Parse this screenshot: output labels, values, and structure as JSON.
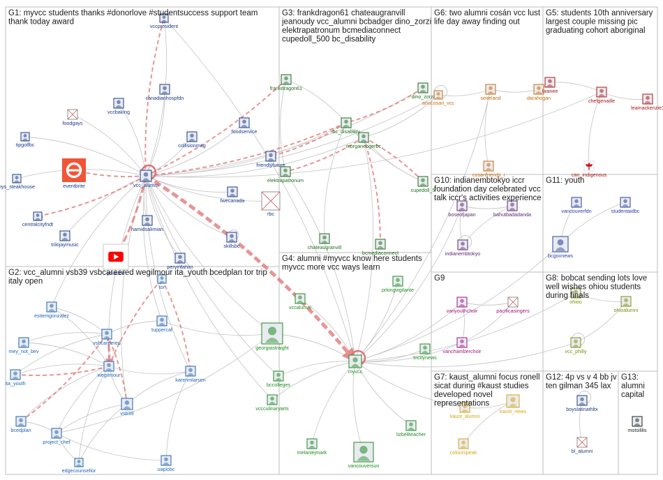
{
  "colors": {
    "g1": "#1b3a8c",
    "g2": "#1f63b0",
    "g3": "#1e6e1e",
    "g4": "#1f8a22",
    "g5": "#a81616",
    "g6": "#c96b12",
    "g7": "#d9a313",
    "g8": "#7a8f10",
    "g9": "#a0167f",
    "g10": "#5b2770",
    "g11": "#2a3d9a",
    "g12": "#1f3d7a",
    "g13": "#222222",
    "edge": "#c8c8c8",
    "edge_strong": "#e07272",
    "box_border": "#bdbdbd"
  },
  "groups": [
    {
      "id": "G1",
      "title_lines": [
        "G1: myvcc students thanks #donorlove #studentsuccess support team",
        "thank today award"
      ],
      "color_key": "g1"
    },
    {
      "id": "G2",
      "title_lines": [
        "G2: vcc_alumni vsb39 vsbcareered wegilmour ita_youth bcedplan tor trip",
        "italy open"
      ],
      "color_key": "g2"
    },
    {
      "id": "G3",
      "title_lines": [
        "G3: frankdragon61 chateaugranvill",
        "jeanoudy vcc_alumni bcbadger dino_zorzi",
        "elektrapatronum bcmediaconnect",
        "cupedoll_500 bc_disability"
      ],
      "color_key": "g3"
    },
    {
      "id": "G4",
      "title_lines": [
        "G4: alumni #myvcc know here students",
        "myvcc more vcc ways learn"
      ],
      "color_key": "g4"
    },
    {
      "id": "G5",
      "title_lines": [
        "G5: students 10th anniversary",
        "largest couple missing pic",
        "graduating cohort aboriginal"
      ],
      "color_key": "g5"
    },
    {
      "id": "G6",
      "title_lines": [
        "G6: two alumni cosán vcc lust",
        "life day away finding out"
      ],
      "color_key": "g6"
    },
    {
      "id": "G7",
      "title_lines": [
        "G7: kaust_alumni focus ronell",
        "sicat during #kaust studies",
        "developed novel",
        "representations"
      ],
      "color_key": "g7"
    },
    {
      "id": "G8",
      "title_lines": [
        "G8: bobcat sending lots love",
        "well wishes ohiou students",
        "during finals"
      ],
      "color_key": "g8"
    },
    {
      "id": "G9",
      "title_lines": [
        "G9"
      ],
      "color_key": "g9"
    },
    {
      "id": "G10",
      "title_lines": [
        "G10: indianembtokyo iccr",
        "foundation day celebrated vcc",
        "talk iccr's activities experience"
      ],
      "color_key": "g10"
    },
    {
      "id": "G11",
      "title_lines": [
        "G11: youth"
      ],
      "color_key": "g11"
    },
    {
      "id": "G12",
      "title_lines": [
        "G12: 4p vs v 4 bb jv",
        "ten gilman 345 lax"
      ],
      "color_key": "g12"
    },
    {
      "id": "G13",
      "title_lines": [
        "G13:",
        "alumni",
        "capital"
      ],
      "color_key": "g13"
    }
  ],
  "nodes": [
    {
      "id": "vccpresident",
      "label": "vccpresident",
      "group": "g1",
      "icon": "profile-photo"
    },
    {
      "id": "canadianhospfdn",
      "label": "canadianhospfdn",
      "group": "g1",
      "icon": "profile-photo"
    },
    {
      "id": "vccbaking",
      "label": "vccbaking",
      "group": "g1",
      "icon": "profile-photo"
    },
    {
      "id": "foodgays",
      "label": "foodgays",
      "group": "g1",
      "icon": "missing-image"
    },
    {
      "id": "foodservice",
      "label": "foodservice",
      "group": "g1",
      "icon": "profile-photo"
    },
    {
      "id": "collisionmag",
      "label": "collisionmag",
      "group": "g1",
      "icon": "profile-photo"
    },
    {
      "id": "tipgolfbc",
      "label": "tipgolfbc",
      "group": "g1",
      "icon": "profile-photo"
    },
    {
      "id": "friendlyfuture",
      "label": "friendlyfuture",
      "group": "g1",
      "icon": "profile-photo"
    },
    {
      "id": "hys_steakhouse",
      "label": "hys_steakhouse",
      "group": "g1",
      "icon": "profile-photo"
    },
    {
      "id": "eventbrite",
      "label": "eventbrite",
      "group": "g1",
      "icon": "eventbrite-logo"
    },
    {
      "id": "vcc_alumni",
      "label": "vcc_alumni",
      "group": "g1",
      "icon": "profile-photo"
    },
    {
      "id": "fwecanada",
      "label": "fwecanada",
      "group": "g1",
      "icon": "profile-photo"
    },
    {
      "id": "rbc",
      "label": "rbc",
      "group": "g1",
      "icon": "missing-image"
    },
    {
      "id": "centralcityfndt",
      "label": "centralcityfndt",
      "group": "g1",
      "icon": "profile-photo"
    },
    {
      "id": "hamidsalimian",
      "label": "hamidsalimian",
      "group": "g1",
      "icon": "profile-photo"
    },
    {
      "id": "trilojaymusic",
      "label": "trilojaymusic",
      "group": "g1",
      "icon": "profile-photo"
    },
    {
      "id": "skillsbc",
      "label": "skillsbc",
      "group": "g1",
      "icon": "profile-photo"
    },
    {
      "id": "youtube",
      "label": "youtube",
      "group": "g1",
      "icon": "youtube-logo"
    },
    {
      "id": "pervinfahim",
      "label": "pervinfahim",
      "group": "g1",
      "icon": "profile-photo"
    },
    {
      "id": "frankdragon61",
      "label": "frankdragon61",
      "group": "g3",
      "icon": "profile-photo"
    },
    {
      "id": "bc_disability",
      "label": "bc_disability",
      "group": "g3",
      "icon": "profile-photo"
    },
    {
      "id": "morganeogerbc",
      "label": "morganeogerbc",
      "group": "g3",
      "icon": "profile-photo"
    },
    {
      "id": "elektrapatronum",
      "label": "elektrapatronum",
      "group": "g3",
      "icon": "profile-photo"
    },
    {
      "id": "cupedoll_500",
      "label": "cupedoll_5",
      "group": "g3",
      "icon": "profile-photo"
    },
    {
      "id": "chateaugranvill",
      "label": "chateaugranvill",
      "group": "g3",
      "icon": "profile-photo"
    },
    {
      "id": "bcmediaconnect",
      "label": "bcmediaconnect",
      "group": "g3",
      "icon": "profile-photo"
    },
    {
      "id": "dino_zorzi",
      "label": "dino_zorzi",
      "group": "g3",
      "icon": "profile-photo"
    },
    {
      "id": "anucosan_vcc",
      "label": "anucosan_vcc",
      "group": "g6",
      "icon": "profile-photo"
    },
    {
      "id": "seireland",
      "label": "seireland",
      "group": "g6",
      "icon": "profile-photo"
    },
    {
      "id": "darahogan",
      "label": "darahogan",
      "group": "g6",
      "icon": "profile-photo"
    },
    {
      "id": "cosanfriends",
      "label": "cosanfriends_i",
      "group": "g6",
      "icon": "profile-photo"
    },
    {
      "id": "lwanee",
      "label": "lwanee",
      "group": "g5",
      "icon": "profile-photo"
    },
    {
      "id": "chefgenaille",
      "label": "chefgenaille",
      "group": "g5",
      "icon": "profile-photo"
    },
    {
      "id": "leamackenzie1",
      "label": "leamackenzie1",
      "group": "g5",
      "icon": "profile-photo"
    },
    {
      "id": "can_indigenous",
      "label": "can_indigenous",
      "group": "g5",
      "icon": "maple-leaf"
    },
    {
      "id": "vccalumni",
      "label": "vccalumni",
      "group": "g4",
      "icon": "profile-photo"
    },
    {
      "id": "prkingvigilante",
      "label": "prkingvigilante",
      "group": "g4",
      "icon": "profile-photo"
    },
    {
      "id": "georgiastraight",
      "label": "georgiastraight",
      "group": "g4",
      "icon": "profile-photo"
    },
    {
      "id": "tricitynews",
      "label": "tricitynews",
      "group": "g4",
      "icon": "profile-photo"
    },
    {
      "id": "myvcc",
      "label": "myvcc",
      "group": "g4",
      "icon": "profile-photo"
    },
    {
      "id": "bccolleges",
      "label": "bccolleges",
      "group": "g4",
      "icon": "profile-photo"
    },
    {
      "id": "vccculinaryarts",
      "label": "vccculinaryarts",
      "group": "g4",
      "icon": "profile-photo"
    },
    {
      "id": "lizbellteacher",
      "label": "lizbellteacher",
      "group": "g4",
      "icon": "profile-photo"
    },
    {
      "id": "melaniejmark",
      "label": "melaniejmark",
      "group": "g4",
      "icon": "profile-photo"
    },
    {
      "id": "vancouversun",
      "label": "vancouversun",
      "group": "g4",
      "icon": "profile-photo"
    },
    {
      "id": "estiemgonzalez",
      "label": "estiemgonzalez",
      "group": "g2",
      "icon": "profile-photo"
    },
    {
      "id": "tuppercaf",
      "label": "tuppercaf",
      "group": "g2",
      "icon": "profile-photo"
    },
    {
      "id": "mey_not_bev",
      "label": "mey_not_bev",
      "group": "g2",
      "icon": "profile-photo"
    },
    {
      "id": "vsbcareered",
      "label": "vsbcareered",
      "group": "g2",
      "icon": "profile-photo"
    },
    {
      "id": "ita_youth",
      "label": "ita_youth",
      "group": "g2",
      "icon": "profile-photo"
    },
    {
      "id": "wegilmour",
      "label": "wegilmour",
      "group": "g2",
      "icon": "profile-photo"
    },
    {
      "id": "karenmlarsen",
      "label": "karenmlarsen",
      "group": "g2",
      "icon": "profile-photo"
    },
    {
      "id": "vsb39",
      "label": "vsb39",
      "group": "g2",
      "icon": "profile-photo"
    },
    {
      "id": "bcedplan",
      "label": "bcedplan",
      "group": "g2",
      "icon": "profile-photo"
    },
    {
      "id": "project_chef",
      "label": "project_chef",
      "group": "g2",
      "icon": "profile-photo"
    },
    {
      "id": "edgecounsellor",
      "label": "edgecounsellor",
      "group": "g2",
      "icon": "profile-photo"
    },
    {
      "id": "uapicbc",
      "label": "uapicbc",
      "group": "g2",
      "icon": "profile-photo"
    },
    {
      "id": "tor",
      "label": "tor",
      "group": "g2",
      "icon": "profile-photo"
    },
    {
      "id": "boseofjapan",
      "label": "boseofjapan",
      "group": "g10",
      "icon": "profile-photo"
    },
    {
      "id": "bahutbadadanda",
      "label": "bahutbadadanda",
      "group": "g10",
      "icon": "profile-photo"
    },
    {
      "id": "indianembtokyo",
      "label": "indianembtokyo",
      "group": "g10",
      "icon": "profile-photo"
    },
    {
      "id": "vancouverfdn",
      "label": "vancouverfdn",
      "group": "g11",
      "icon": "profile-photo"
    },
    {
      "id": "studentaidbc",
      "label": "studentaidbc",
      "group": "g11",
      "icon": "profile-photo"
    },
    {
      "id": "bcgovnews",
      "label": "bcgovnews",
      "group": "g11",
      "icon": "profile-photo"
    },
    {
      "id": "vanyouthchoir",
      "label": "vanyouthchoir",
      "group": "g9",
      "icon": "profile-photo"
    },
    {
      "id": "pacificasingers",
      "label": "pacificasingers",
      "group": "g9",
      "icon": "missing-image"
    },
    {
      "id": "vanchamberchoir",
      "label": "vanchamberchoir",
      "group": "g9",
      "icon": "profile-photo"
    },
    {
      "id": "ohiou",
      "label": "ohiou",
      "group": "g8",
      "icon": "profile-photo"
    },
    {
      "id": "ohioalumni",
      "label": "ohioalumni",
      "group": "g8",
      "icon": "profile-photo"
    },
    {
      "id": "vcc_philly",
      "label": "vcc_philly",
      "group": "g8",
      "icon": "profile-photo"
    },
    {
      "id": "kaust_alumni",
      "label": "kaust_alumni",
      "group": "g7",
      "icon": "profile-photo"
    },
    {
      "id": "kaust_news",
      "label": "kaust_news",
      "group": "g7",
      "icon": "profile-photo"
    },
    {
      "id": "colourspeak",
      "label": "colourspeak",
      "group": "g7",
      "icon": "profile-photo"
    },
    {
      "id": "boyslatinathltx",
      "label": "boyslatinathltx",
      "group": "g12",
      "icon": "profile-photo"
    },
    {
      "id": "bl_alumni",
      "label": "bl_alumni",
      "group": "g12",
      "icon": "missing-image"
    },
    {
      "id": "motsililis",
      "label": "motsililis",
      "group": "g13",
      "icon": "profile-photo"
    }
  ]
}
